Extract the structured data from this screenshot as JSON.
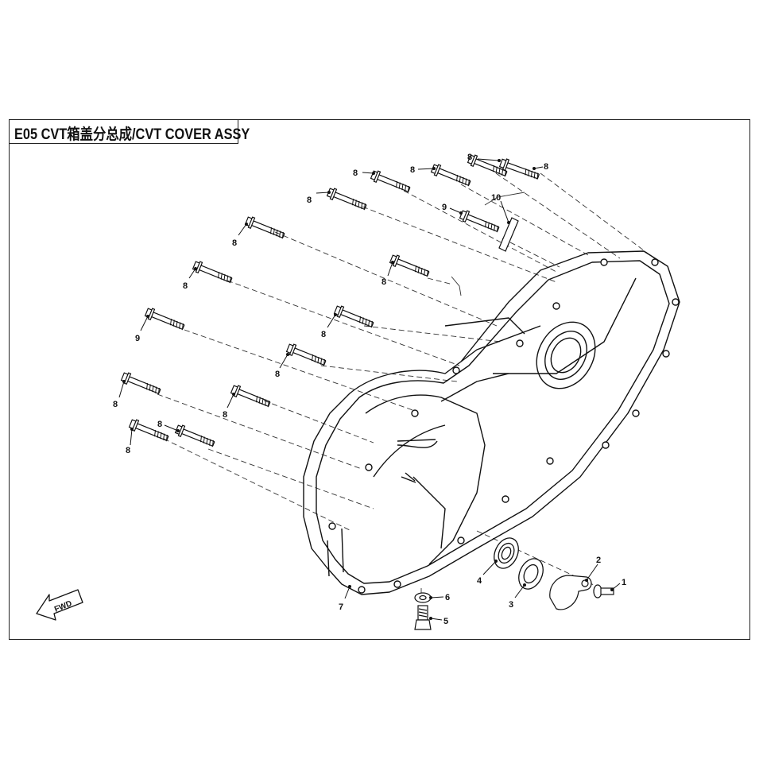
{
  "title": "E05 CVT箱盖分总成/CVT COVER ASSY",
  "fwd_label": "FWD",
  "callouts": {
    "c1": "1",
    "c2": "2",
    "c3": "3",
    "c4": "4",
    "c5": "5",
    "c6": "6",
    "c7": "7",
    "c8": "8",
    "c9": "9",
    "c10": "10"
  },
  "line_color": "#1a1a1a"
}
